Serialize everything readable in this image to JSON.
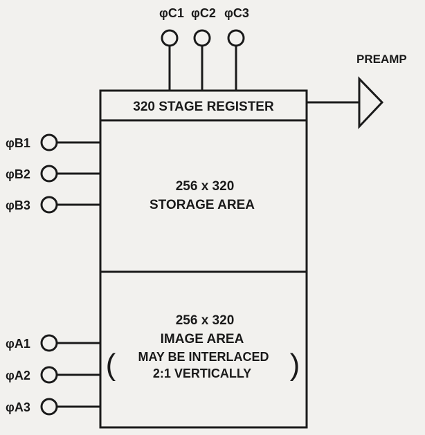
{
  "register": {
    "label": "320 STAGE REGISTER"
  },
  "output": {
    "label": "PREAMP"
  },
  "storage": {
    "line1": "256 x 320",
    "line2": "STORAGE AREA"
  },
  "image": {
    "line1": "256 x 320",
    "line2": "IMAGE AREA",
    "line3": "MAY BE INTERLACED",
    "line4": "2:1 VERTICALLY"
  },
  "pins_c": [
    "φC1",
    "φC2",
    "φC3"
  ],
  "pins_b": [
    "φB1",
    "φB2",
    "φB3"
  ],
  "pins_a": [
    "φA1",
    "φA2",
    "φA3"
  ],
  "paren_left": "(",
  "paren_right": ")"
}
